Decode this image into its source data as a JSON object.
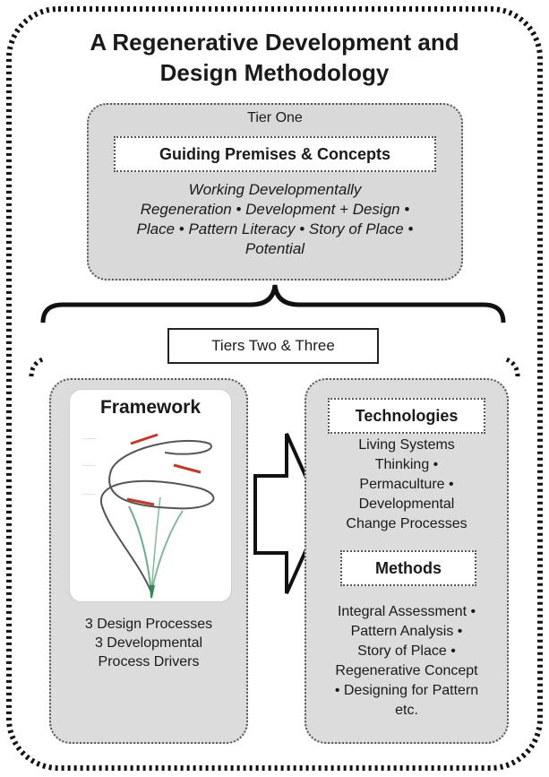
{
  "title": {
    "line1": "A Regenerative Development and",
    "line2": "Design Methodology"
  },
  "tier_one": {
    "label": "Tier One",
    "box_label": "Guiding Premises & Concepts",
    "concept_lines": [
      "Working Developmentally",
      "Regeneration • Development + Design •",
      "Place • Pattern Literacy • Story of Place •",
      "Potential"
    ]
  },
  "tiers_two_three": {
    "label": "Tiers Two & Three"
  },
  "framework": {
    "title": "Framework",
    "caption_lines": [
      "3 Design Processes",
      "3 Developmental",
      "Process Drivers"
    ]
  },
  "technologies": {
    "label": "Technologies",
    "lines": [
      "Living Systems",
      "Thinking •",
      "Permaculture •",
      "Developmental",
      "Change Processes"
    ]
  },
  "methods": {
    "label": "Methods",
    "lines": [
      "Integral Assessment •",
      "Pattern Analysis •",
      "Story of Place •",
      "Regenerative Concept",
      "• Designing for Pattern",
      "etc."
    ]
  },
  "colors": {
    "panel_gray": "#d9d9d9",
    "spiral_red": "#c0392b",
    "spiral_green": "#2e8b57"
  }
}
